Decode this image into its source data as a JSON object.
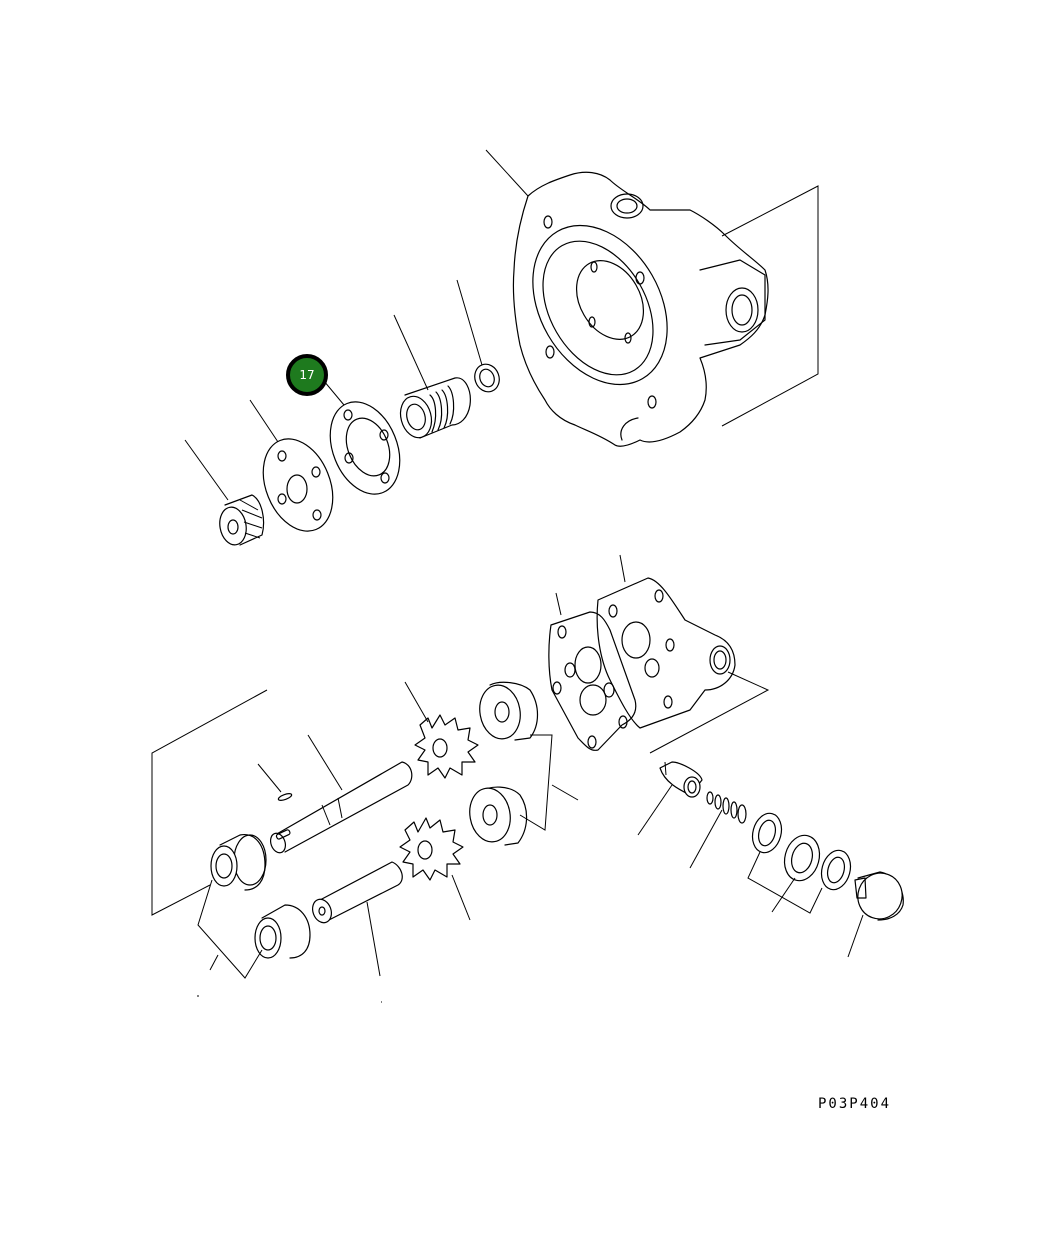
{
  "diagram": {
    "type": "exploded-parts-diagram",
    "figure_code": "P03P404",
    "callouts": [
      {
        "number": "17",
        "color": "#1e7a1e",
        "border_color": "#000000",
        "target": "gasket"
      }
    ],
    "parts": [
      "pump-body-housing",
      "seal-ring",
      "relief-valve-cartridge",
      "gasket",
      "bearing-plate",
      "spline-coupling",
      "gear-housing",
      "gasket-plate",
      "bushing-upper",
      "bushing-lower",
      "drive-gear",
      "driven-gear",
      "drive-shaft",
      "key",
      "driven-shaft",
      "flange-bushing-front",
      "flange-bushing-rear",
      "valve-spool",
      "spring",
      "washer-1",
      "washer-2",
      "washer-3",
      "plug"
    ]
  }
}
